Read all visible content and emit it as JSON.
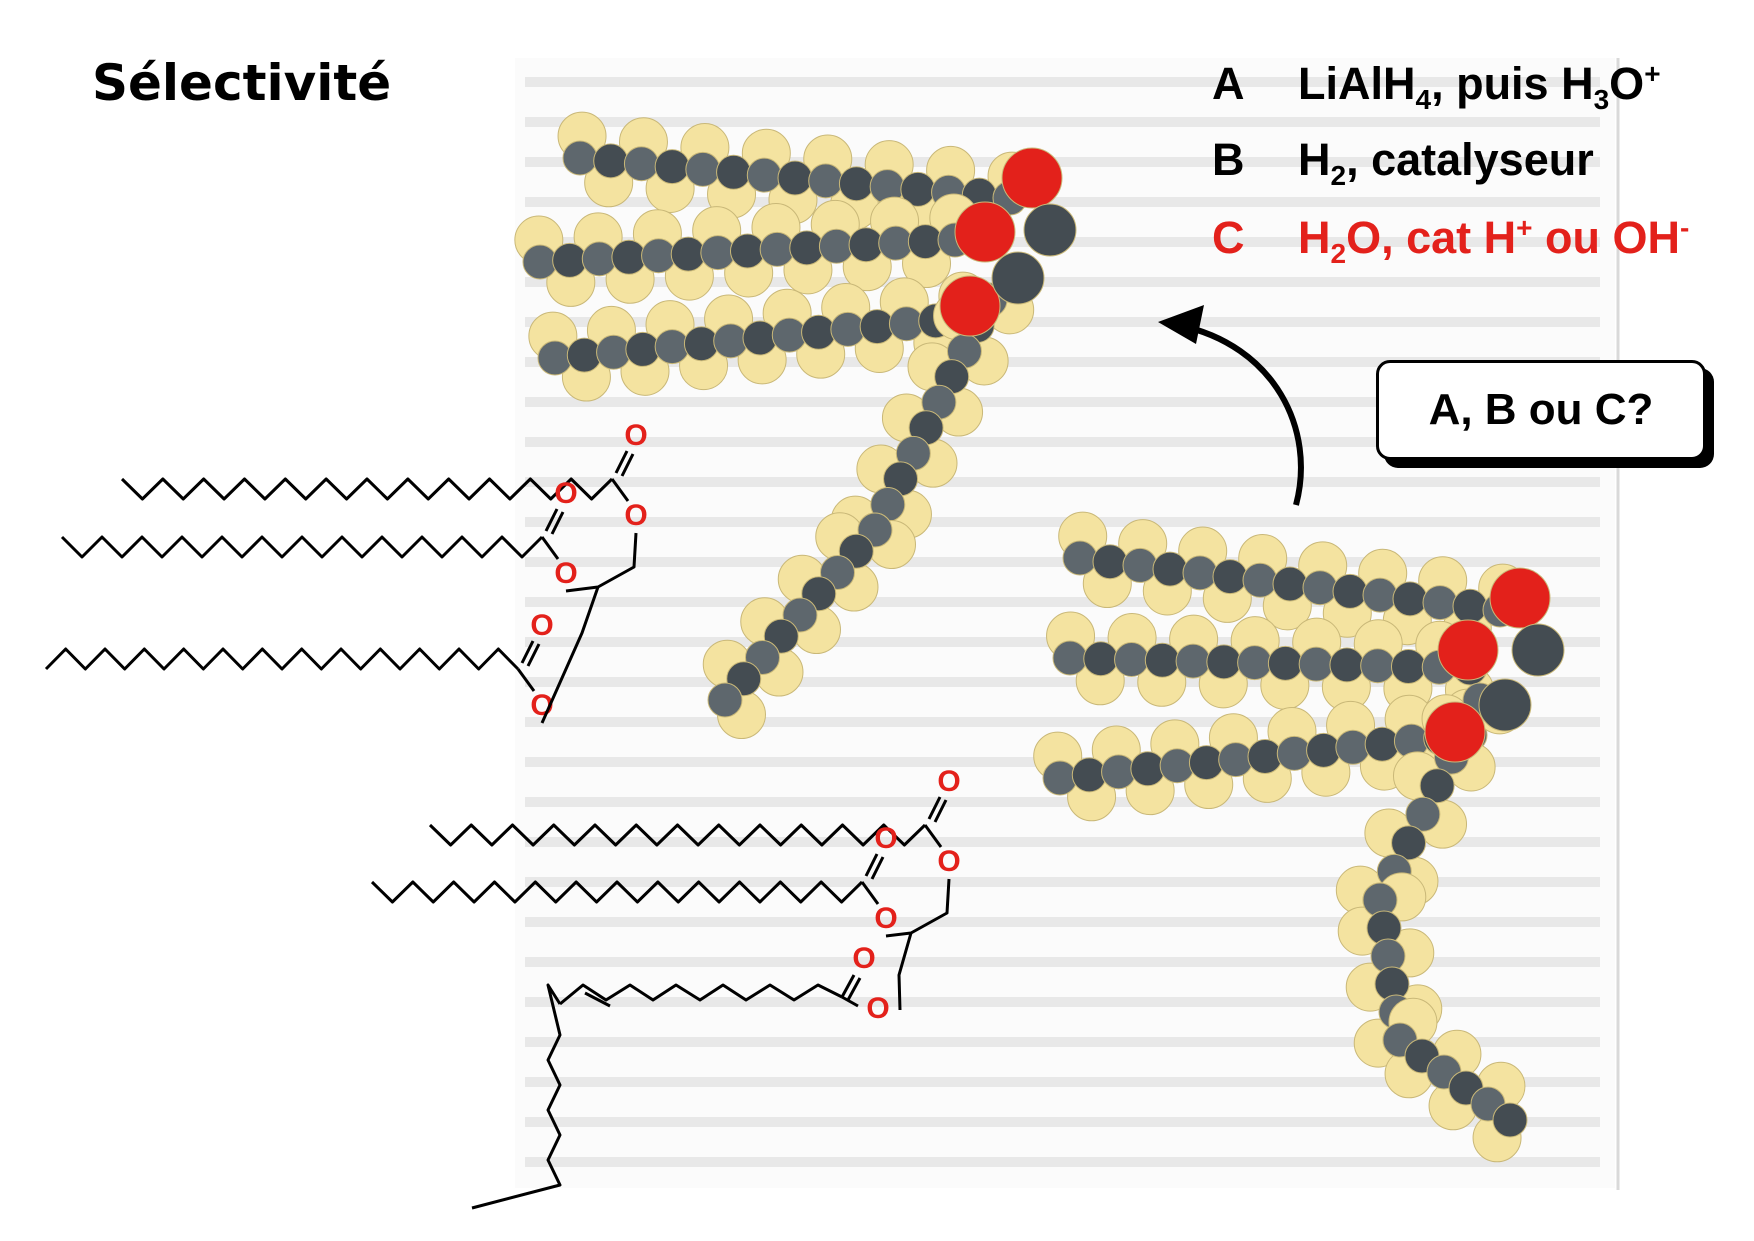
{
  "title": "Sélectivité",
  "options": [
    {
      "key": "A",
      "text": "LiAlH",
      "sub1": "4",
      "mid": ", puis H",
      "sub2": "3",
      "tail": "O",
      "sup": "+",
      "color": "#000000"
    },
    {
      "key": "B",
      "text": "H",
      "sub1": "2",
      "mid": ", catalyseur",
      "color": "#000000"
    },
    {
      "key": "C",
      "text": "H",
      "sub1": "2",
      "mid": "O, cat H",
      "sup": "+",
      "tail": " ou OH",
      "sup2": "-",
      "color": "#e3211b"
    }
  ],
  "question": "A, B ou C?",
  "atom_label": "O",
  "colors": {
    "oxygen": "#e3211b",
    "bond": "#000000",
    "carbon_atom": "#444c52",
    "hydrogen_atom": "#f4e3a0"
  }
}
